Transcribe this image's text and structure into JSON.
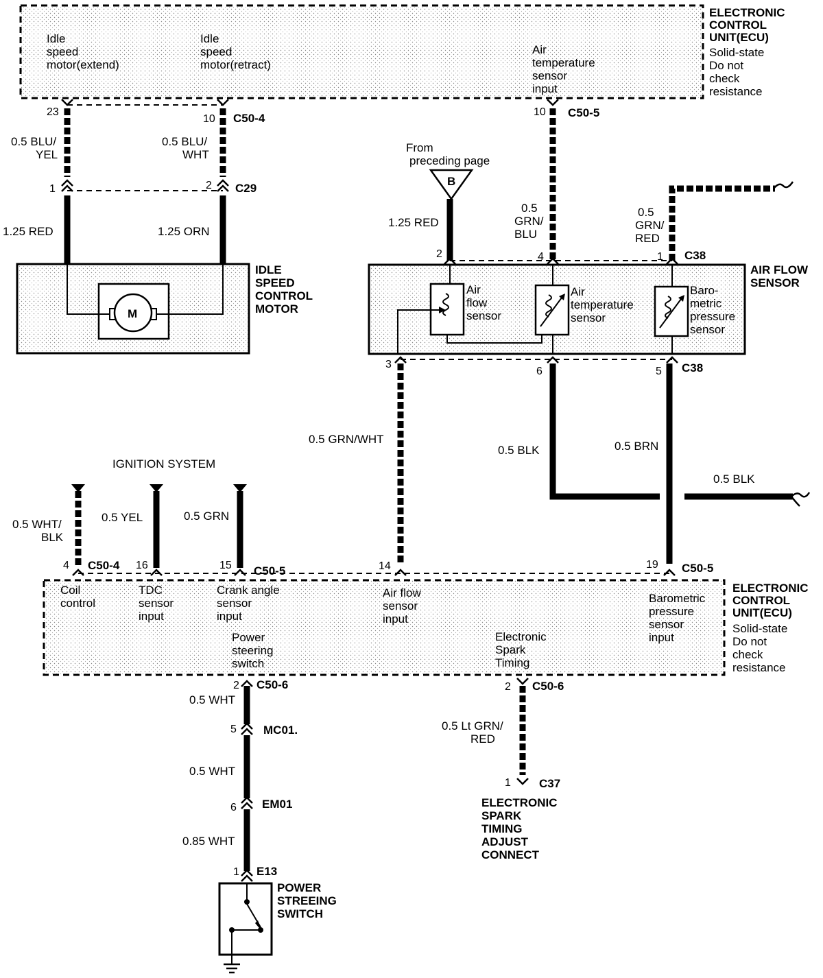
{
  "ecu_top": {
    "title": [
      "ELECTRONIC",
      "CONTROL",
      "UNIT(ECU)"
    ],
    "note": [
      "Solid-state",
      "Do not",
      "check",
      "resistance"
    ],
    "idle_extend": [
      "Idle",
      "speed",
      "motor(extend)"
    ],
    "idle_retract": [
      "Idle",
      "speed",
      "motor(retract)"
    ],
    "air_temp_input": [
      "Air",
      "temperature",
      "sensor",
      "input"
    ]
  },
  "ecu_bottom": {
    "title": [
      "ELECTRONIC",
      "CONTROL",
      "UNIT(ECU)"
    ],
    "note": [
      "Solid-state",
      "Do not",
      "check",
      "resistance"
    ],
    "coil": [
      "Coil",
      "control"
    ],
    "tdc": [
      "TDC",
      "sensor",
      "input"
    ],
    "crank": [
      "Crank angle",
      "sensor",
      "input"
    ],
    "airflow": [
      "Air flow",
      "sensor",
      "input"
    ],
    "baro": [
      "Barometric",
      "pressure",
      "sensor",
      "input"
    ],
    "ps_switch": [
      "Power",
      "steering",
      "switch"
    ],
    "est": [
      "Electronic",
      "Spark",
      "Timing"
    ]
  },
  "idle_motor": {
    "title": [
      "IDLE",
      "SPEED",
      "CONTROL",
      "MOTOR"
    ],
    "motor_symbol": "M"
  },
  "air_flow_sensor": {
    "title": [
      "AIR FLOW",
      "SENSOR"
    ],
    "af": [
      "Air",
      "flow",
      "sensor"
    ],
    "at": [
      "Air",
      "temperature",
      "sensor"
    ],
    "bp": [
      "Baro-",
      "metric",
      "pressure",
      "sensor"
    ]
  },
  "from_page": {
    "text": [
      "From",
      "preceding page"
    ],
    "marker": "B"
  },
  "ignition": {
    "title": "IGNITION SYSTEM"
  },
  "ps_switch_comp": {
    "title": [
      "POWER",
      "STREEING",
      "SWITCH"
    ]
  },
  "est_connect": {
    "title": [
      "ELECTRONIC",
      "SPARK",
      "TIMING",
      "ADJUST",
      "CONNECT"
    ]
  },
  "wires": {
    "blu_yel": [
      "0.5 BLU/",
      "YEL"
    ],
    "blu_wht": [
      "0.5 BLU/",
      "WHT"
    ],
    "red_125": "1.25 RED",
    "orn_125": "1.25 ORN",
    "red_125b": "1.25 RED",
    "grn_blu": [
      "0.5",
      "GRN/",
      "BLU"
    ],
    "grn_red": [
      "0.5",
      "GRN/",
      "RED"
    ],
    "grn_wht": "0.5 GRN/WHT",
    "blk": "0.5 BLK",
    "brn": "0.5 BRN",
    "blk2": "0.5 BLK",
    "wht_blk": [
      "0.5 WHT/",
      "BLK"
    ],
    "yel": "0.5 YEL",
    "grn": "0.5 GRN",
    "wht1": "0.5 WHT",
    "wht2": "0.5 WHT",
    "wht3": "0.85 WHT",
    "ltgrn_red": [
      "0.5 Lt GRN/",
      "RED"
    ]
  },
  "connectors": {
    "c50_4_top": "C50-4",
    "c50_5_top": "C50-5",
    "c29": "C29",
    "c38_top": "C38",
    "c38_bot": "C38",
    "c50_4_bot": "C50-4",
    "c50_5_bot1": "C50-5",
    "c50_5_bot2": "C50-5",
    "c50_6_a": "C50-6",
    "c50_6_b": "C50-6",
    "mc01": "MC01.",
    "em01": "EM01",
    "e13": "E13",
    "c37": "C37"
  },
  "pins": {
    "p23": "23",
    "p10a": "10",
    "p10b": "10",
    "p1": "1",
    "p2": "2",
    "af2": "2",
    "af4": "4",
    "af1": "1",
    "af3": "3",
    "af6": "6",
    "af5": "5",
    "b4": "4",
    "b16": "16",
    "b15": "15",
    "b14": "14",
    "b19": "19",
    "ps2": "2",
    "ps5": "5",
    "ps6": "6",
    "ps1": "1",
    "est2": "2",
    "est1": "1"
  }
}
